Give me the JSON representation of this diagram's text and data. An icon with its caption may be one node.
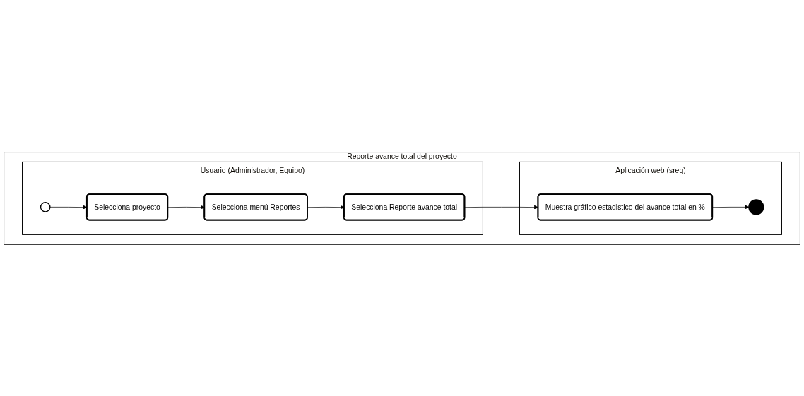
{
  "diagram": {
    "nodes": [
      {
        "text": [
          "Reporte avance total del proyecto"
        ]
      },
      {
        "text": [
          "Usuario (Administrador, Equipo)"
        ],
        "in": 0
      },
      {
        "text": [
          "Aplicación web (sreq)"
        ],
        "in": 0
      },
      {
        "text": [],
        "shape": "circle",
        "in": 1
      },
      {
        "text": [
          "Selecciona proyecto"
        ],
        "in": 1
      },
      {
        "text": [
          "Selecciona menú Reportes"
        ],
        "in": 1
      },
      {
        "text": [
          "Selecciona Reporte avance total"
        ],
        "in": 1
      },
      {
        "text": [
          "Muestra gráfico estadistico del avance total en %"
        ],
        "in": 2
      },
      {
        "text": [],
        "shape": "circle",
        "in": 2
      }
    ],
    "edges": [
      {
        "from": 3,
        "to": 4,
        "arrow": "to"
      },
      {
        "from": 4,
        "to": 5,
        "arrow": "to"
      },
      {
        "from": 5,
        "to": 6,
        "arrow": "to"
      },
      {
        "from": 6,
        "to": 7,
        "arrow": "to"
      },
      {
        "from": 7,
        "to": 8,
        "arrow": "to"
      }
    ]
  }
}
